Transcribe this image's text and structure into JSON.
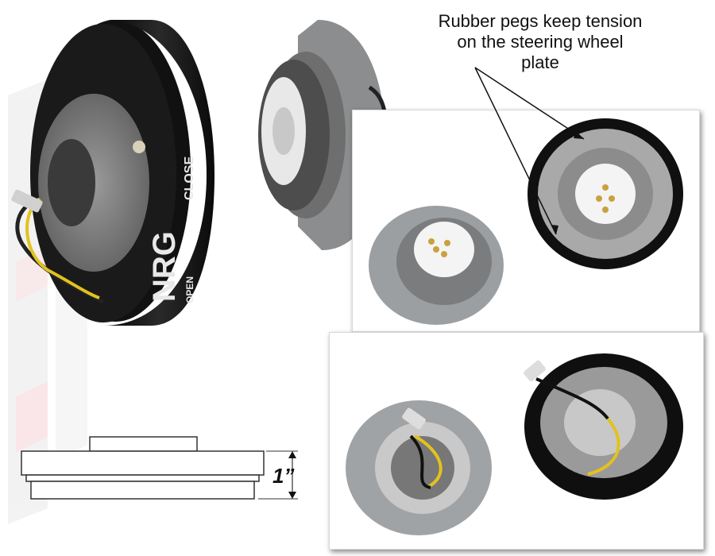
{
  "callout": {
    "line1": "Rubber pegs keep tension",
    "line2": "on the steering wheel",
    "line3": "plate"
  },
  "hub_markings": {
    "brand": "NRG",
    "close_label": "CLOSE",
    "open_label": "OPEN"
  },
  "dimension": {
    "height_label": "1”"
  },
  "colors": {
    "hub_black": "#121212",
    "aluminum": "#8f9193",
    "wire_yellow": "#e2c21f",
    "panel_border": "#d8d8d8"
  },
  "icons": [
    "arrow-up-icon",
    "arrow-right-icon",
    "arrow-down-icon"
  ]
}
